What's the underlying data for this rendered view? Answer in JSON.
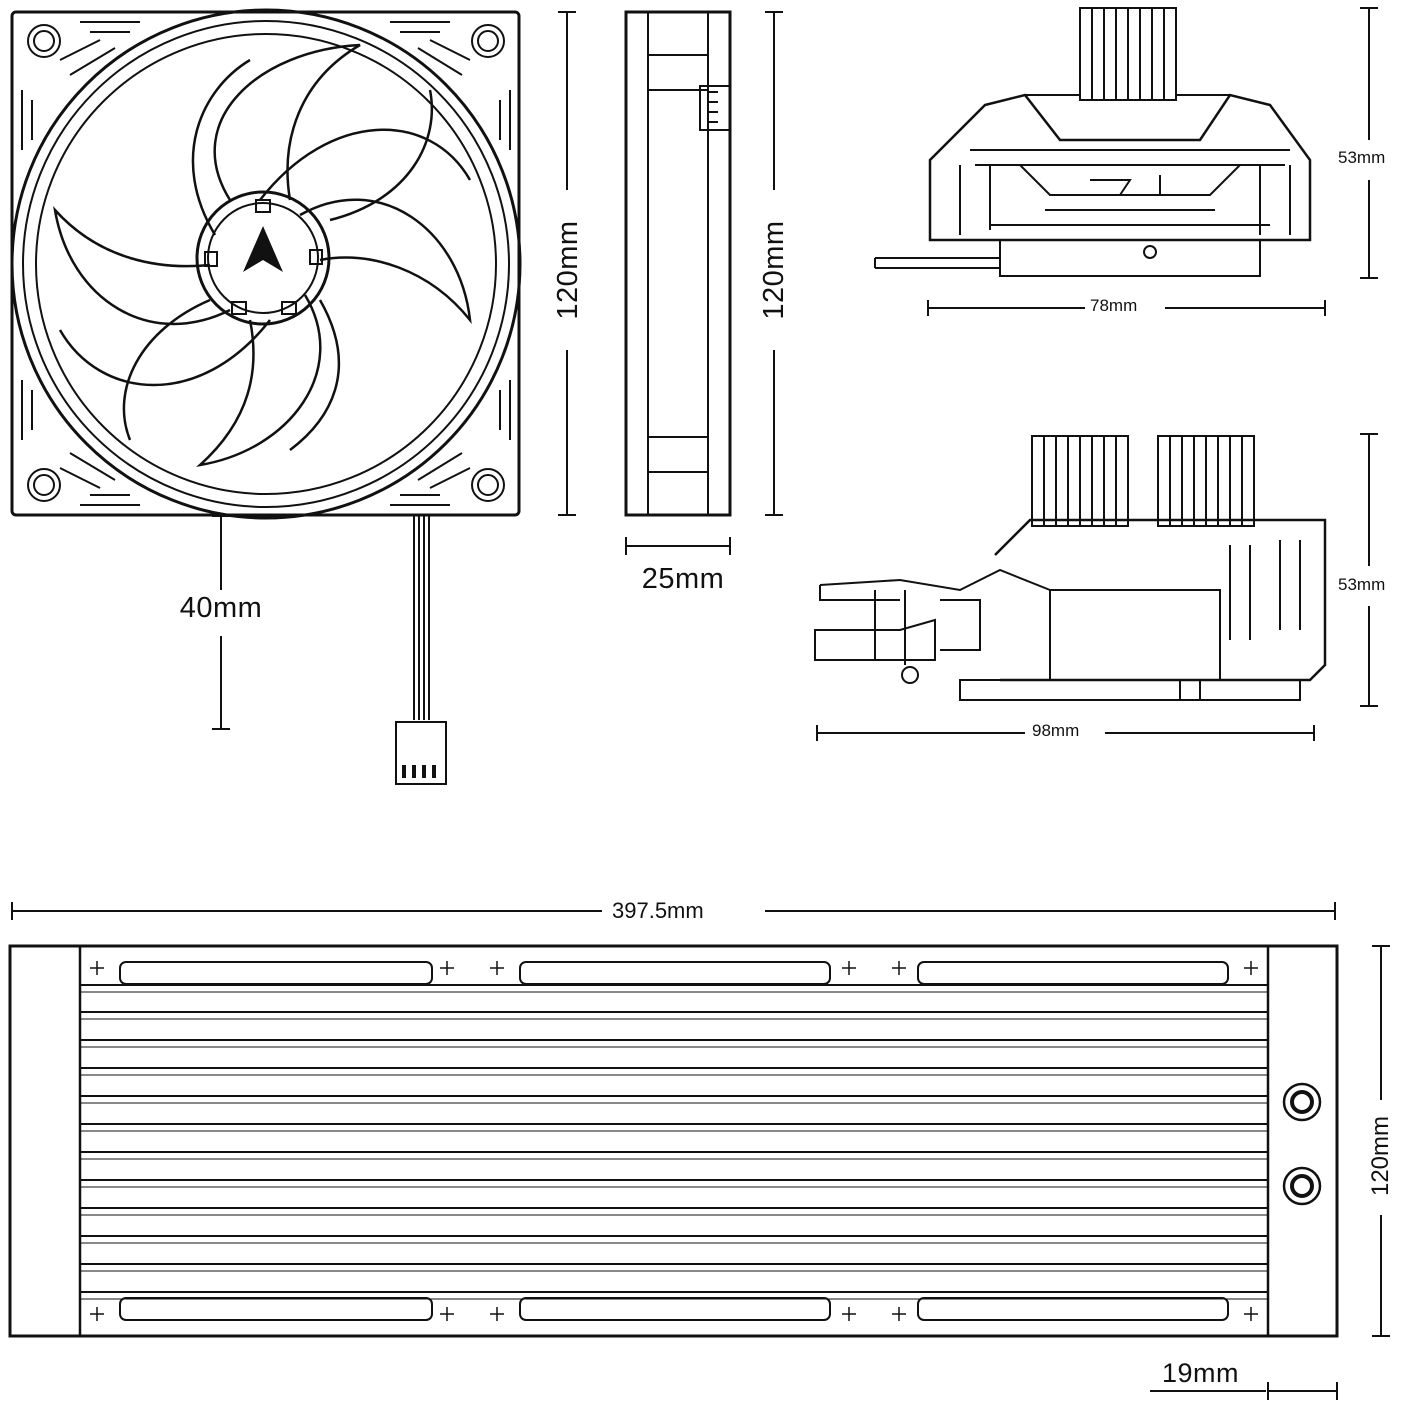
{
  "dimensions": {
    "fan_height": "120mm",
    "fan_thickness_height": "120mm",
    "fan_thickness": "25mm",
    "fan_cable": "40mm",
    "pump_small_height": "53mm",
    "pump_small_width": "78mm",
    "pump_large_height": "53mm",
    "pump_large_width": "98mm",
    "radiator_length": "397.5mm",
    "radiator_height": "120mm",
    "radiator_tank": "19mm"
  },
  "colors": {
    "line": "#111111",
    "background": "#ffffff"
  },
  "icons": [
    "fan-front-icon",
    "fan-side-icon",
    "fan-connector-icon",
    "pump-top-icon",
    "pump-side-icon",
    "radiator-icon",
    "radiator-port-icon"
  ]
}
